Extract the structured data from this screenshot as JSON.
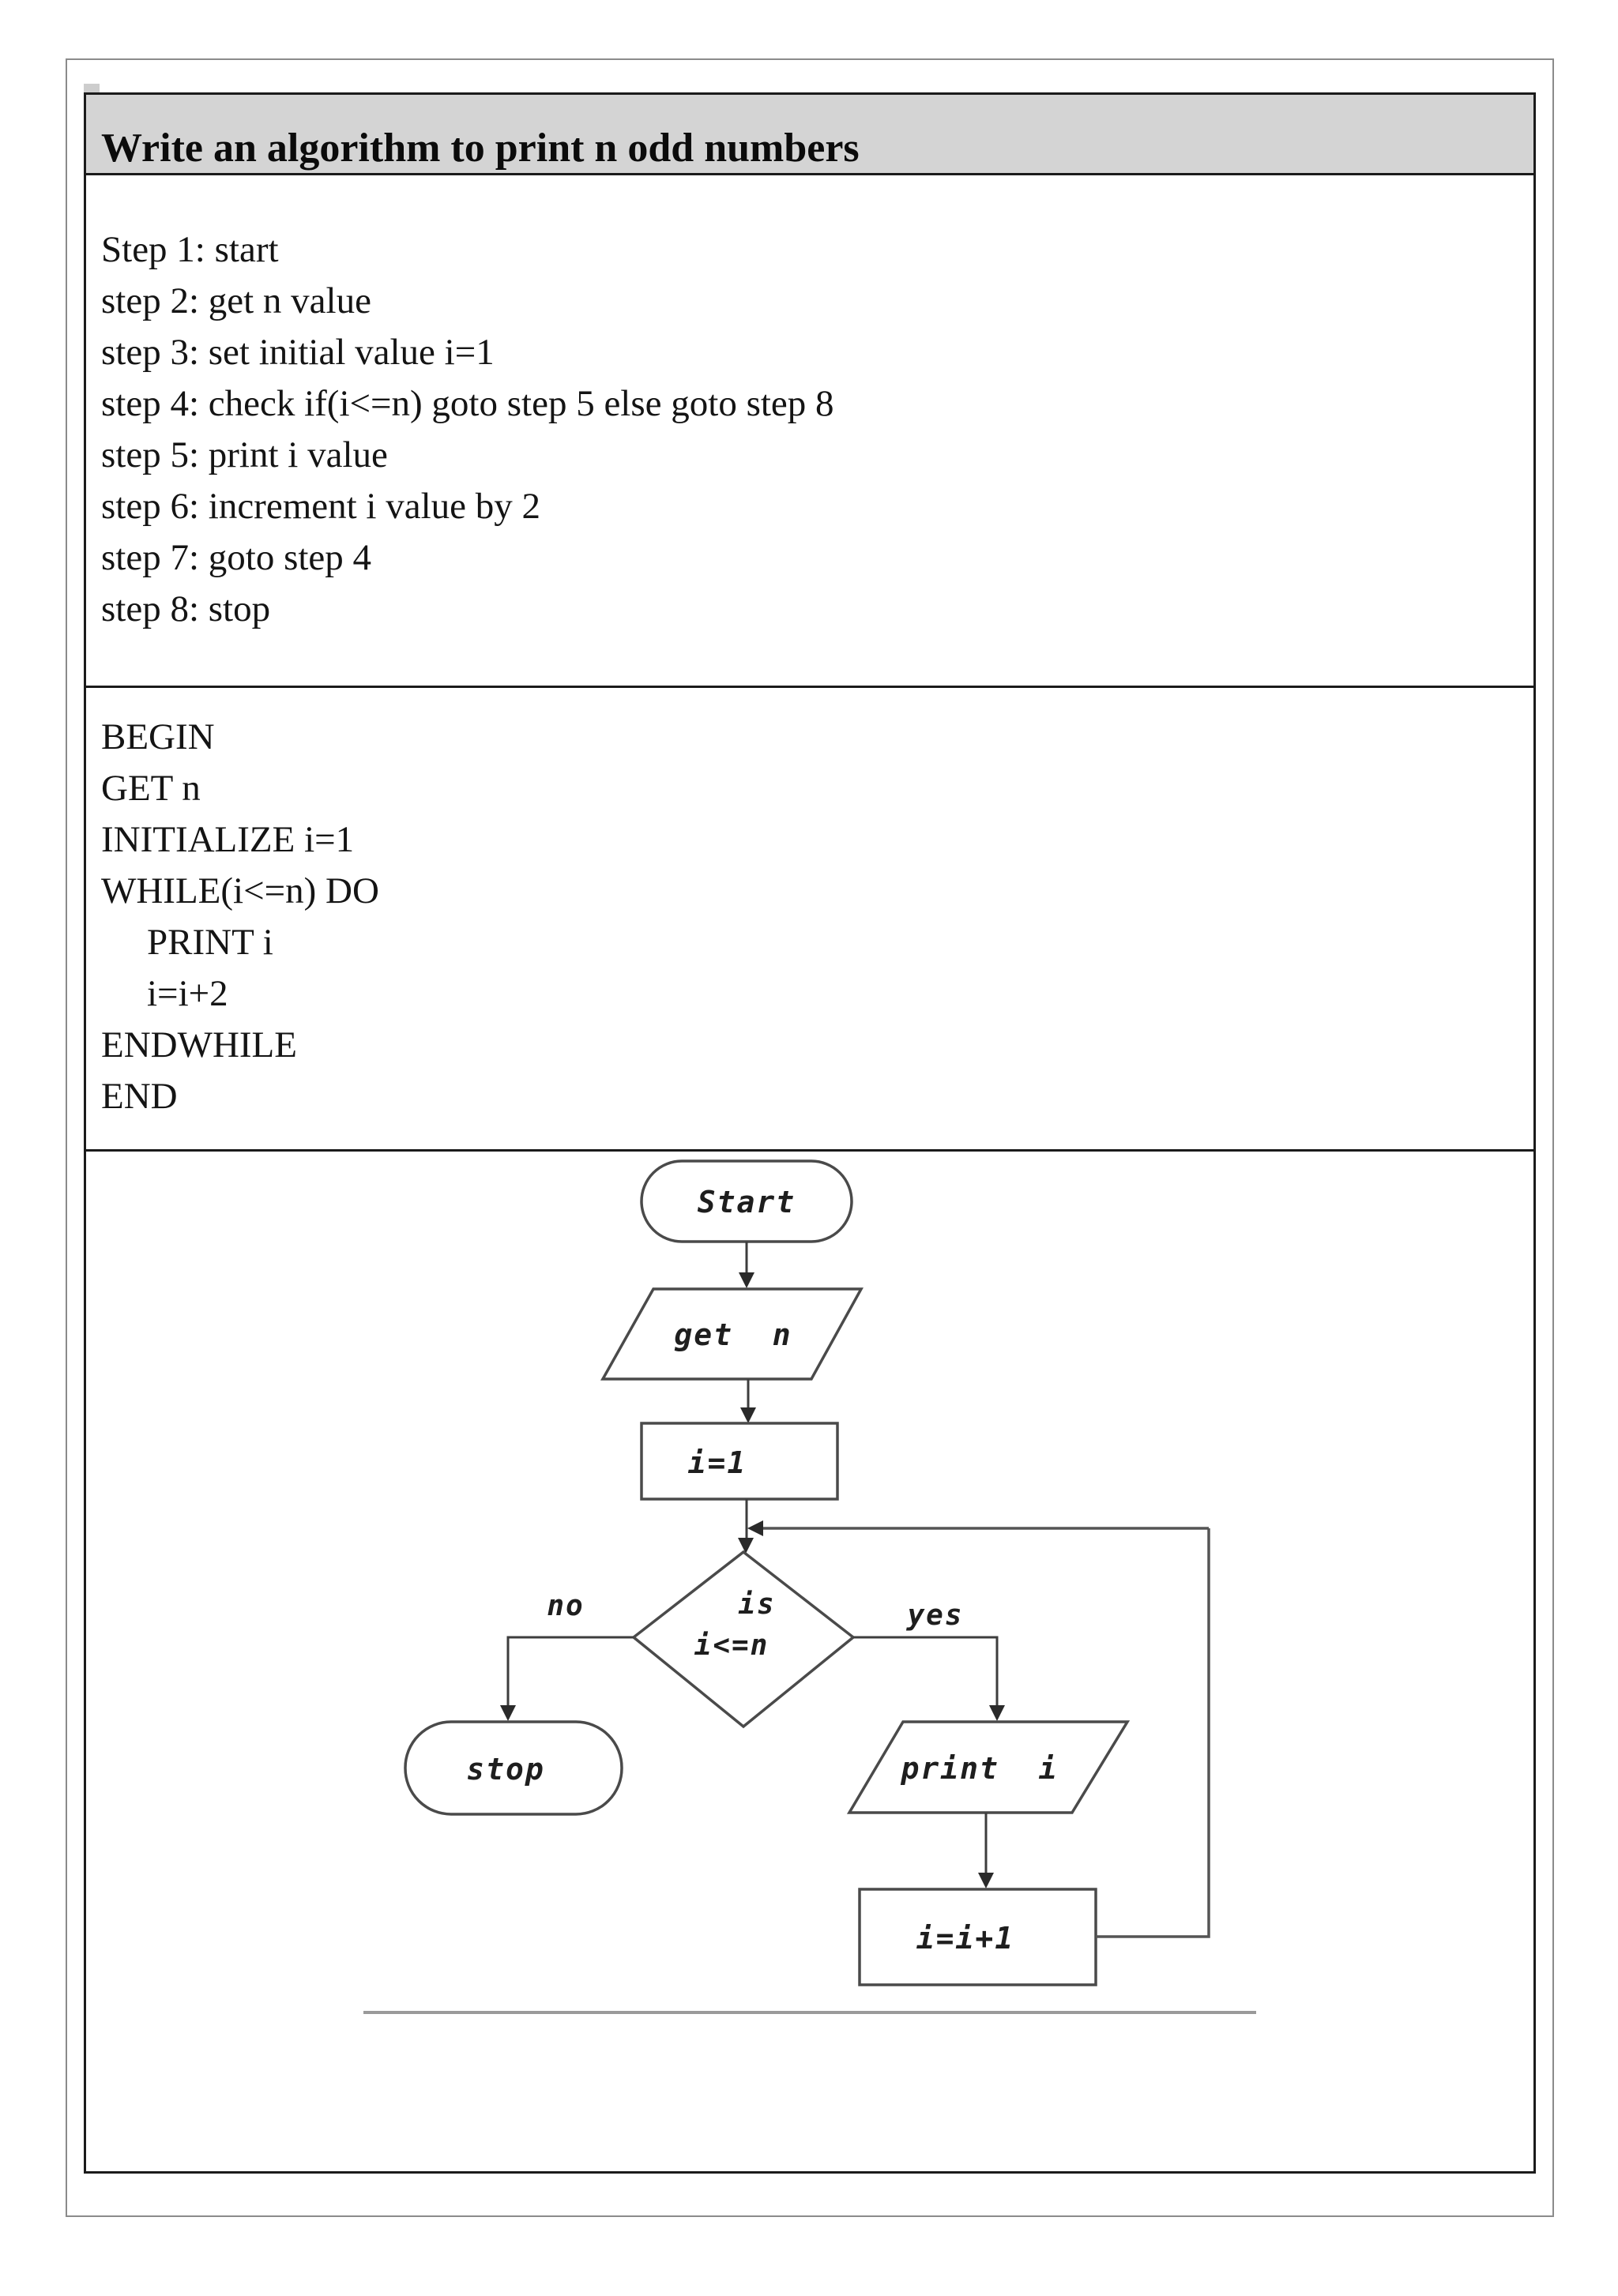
{
  "page": {
    "title": "Write an algorithm to print n odd numbers"
  },
  "algorithm_steps": [
    "Step 1: start",
    "step 2: get n value",
    "step 3: set initial value i=1",
    "step 4: check if(i<=n) goto step 5 else goto step 8",
    "step 5: print i value",
    "step 6: increment i value by 2",
    "step 7: goto step 4",
    "step 8: stop"
  ],
  "pseudocode": [
    "BEGIN",
    "GET n",
    "INITIALIZE i=1",
    "WHILE(i<=n) DO",
    "PRINT i",
    "i=i+2",
    "ENDWHILE",
    "END"
  ],
  "flowchart": {
    "start": "Start",
    "get_n": "get  n",
    "init": "i=1",
    "decision_top": "is",
    "decision_bottom": "i<=n",
    "no": "no",
    "yes": "yes",
    "stop": "stop",
    "print": "print  i",
    "increment": "i=i+1"
  },
  "colors": {
    "title_bg": "#d4d4d4",
    "table_border": "#1b1b1b",
    "page_border": "#8b8b8b",
    "flow_stroke": "#4a4a4a",
    "arrow": "#2a2a2a",
    "separator": "#9a9a9a"
  }
}
